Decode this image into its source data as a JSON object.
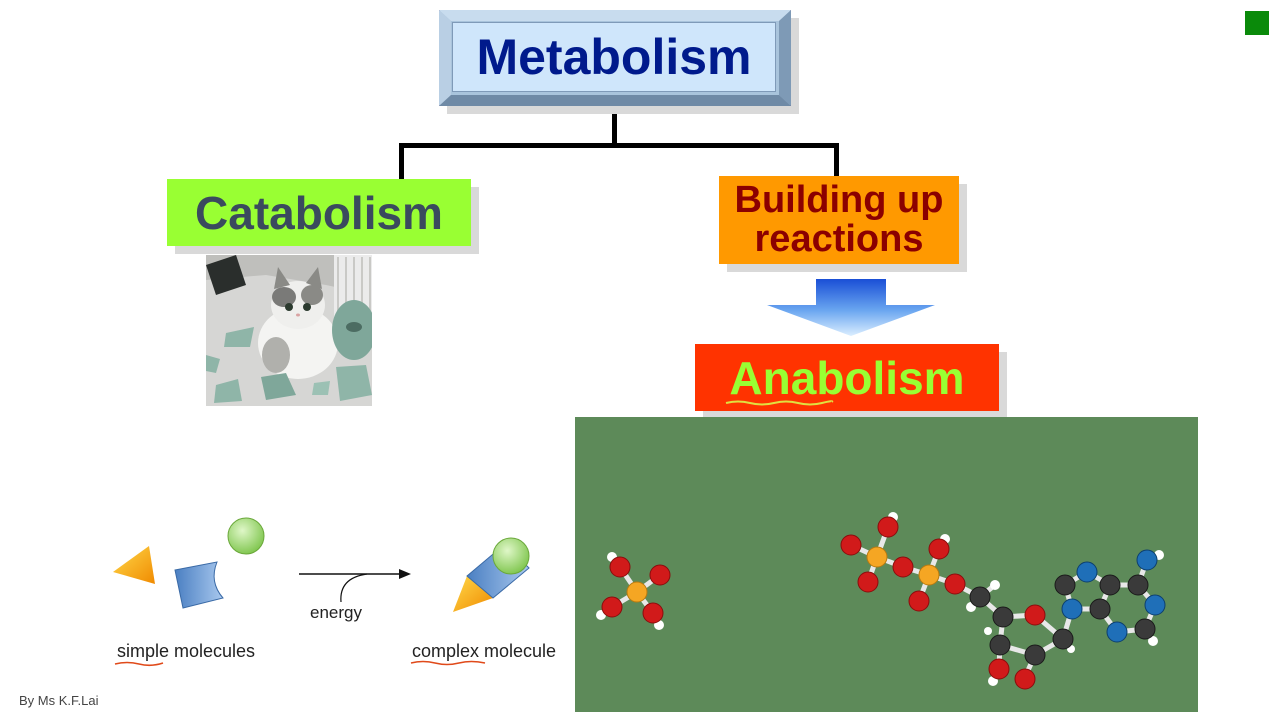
{
  "diagram": {
    "root": {
      "label": "Metabolism"
    },
    "catabolism": {
      "label": "Catabolism"
    },
    "building_up": {
      "label": "Building up reactions"
    },
    "anabolism": {
      "label": "Anabolism"
    }
  },
  "illustration": {
    "left_label": "simple molecules",
    "arrow_label": "energy",
    "right_label": "complex molecule"
  },
  "footer": {
    "credit": "By Ms K.F.Lai"
  },
  "colors": {
    "root_text": "#001a8c",
    "catabolism_fill": "#99ff33",
    "building_fill": "#ff9900",
    "anabolism_fill": "#ff3300",
    "molecule_bg": "#5d8a59",
    "corner_marker": "#0a8a0a"
  }
}
